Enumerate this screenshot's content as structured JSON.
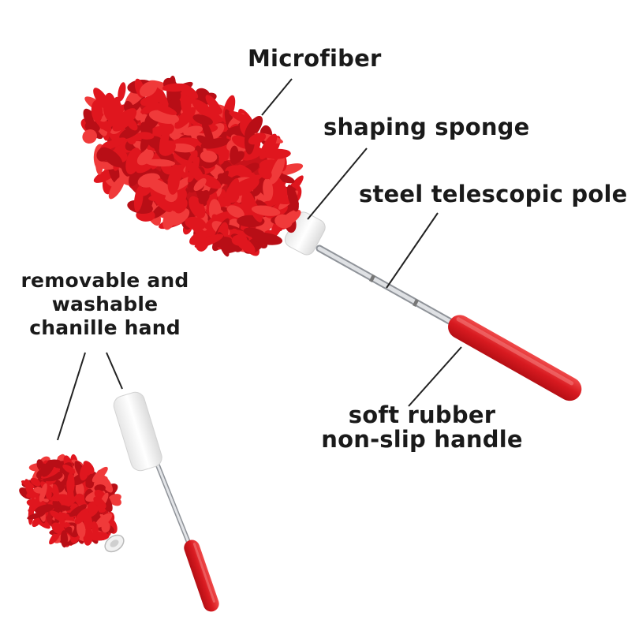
{
  "labels": {
    "microfiber": "Microfiber",
    "shaping_sponge": "shaping sponge",
    "steel_pole": "steel telescopic pole",
    "removable_line1": "removable and",
    "removable_line2": "washable",
    "removable_line3": "chanille hand",
    "handle_line1": "soft rubber",
    "handle_line2": "non-slip handle"
  },
  "colors": {
    "microfiber_red": "#e0161e",
    "handle_red": "#e2262b",
    "sponge_white": "#f4f4f4",
    "steel": "#c9ccd0",
    "text": "#1a1a1a",
    "leader_line": "#222222"
  }
}
